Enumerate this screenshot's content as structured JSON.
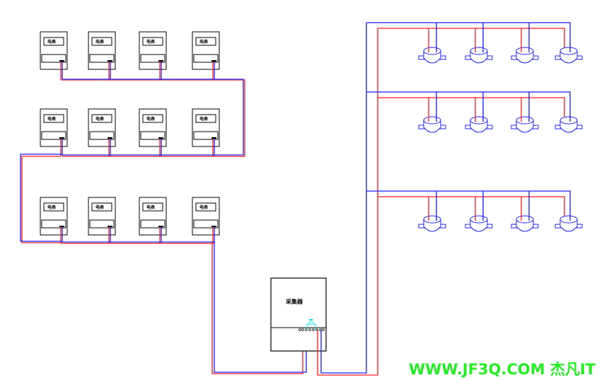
{
  "diagram": {
    "electric_meter_label": "电表",
    "collector_label": "采集器",
    "electric_meter_rows": 3,
    "electric_meters_per_row": 4,
    "water_meter_rows": 3,
    "water_meters_per_row": 4,
    "colors": {
      "red_wire": "#ff2020",
      "blue_wire": "#2020ff",
      "frame": "#000000",
      "terminal": "#00e0e0",
      "watermark": "#22ee22"
    }
  },
  "watermark": "WWW.JF3Q.COM 杰凡IT"
}
